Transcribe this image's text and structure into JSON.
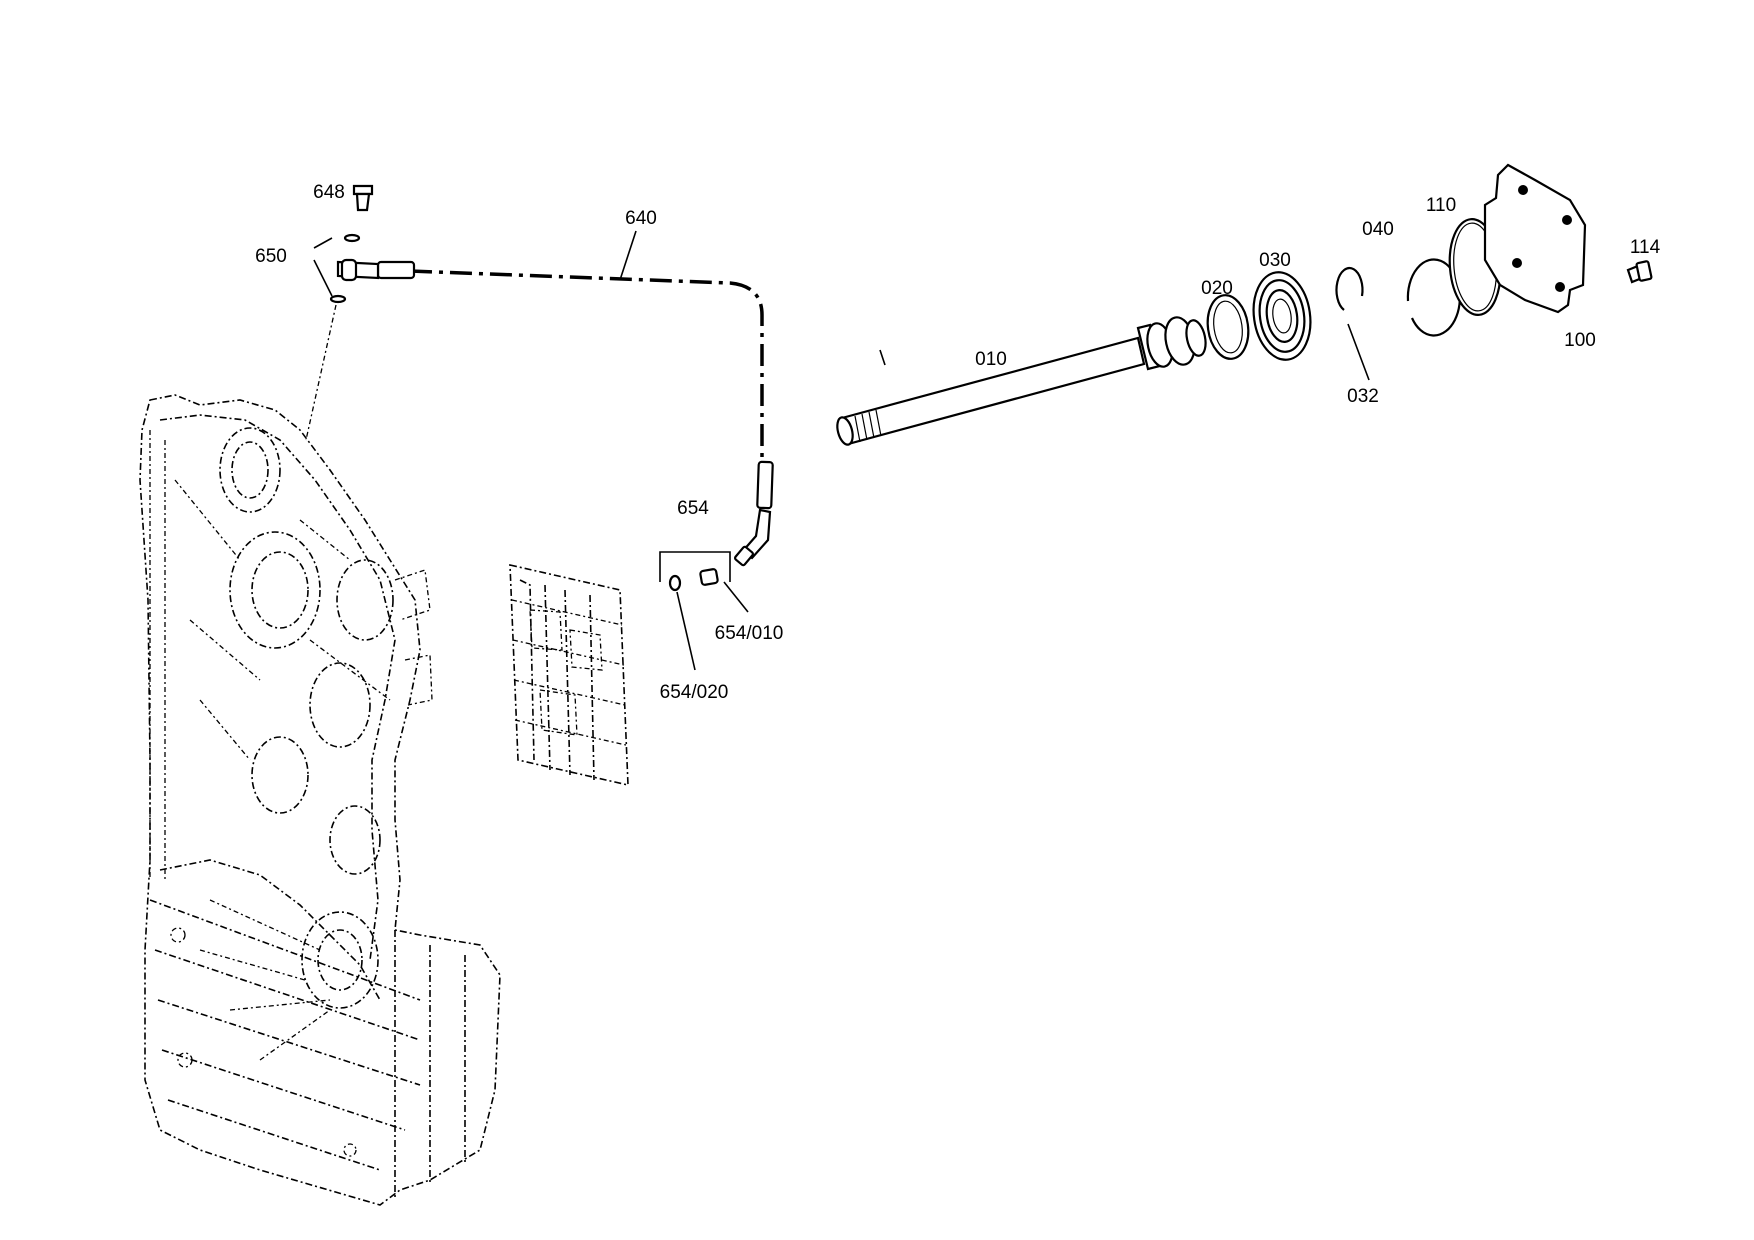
{
  "labels": {
    "p010": "010",
    "p020": "020",
    "p030": "030",
    "p032": "032",
    "p040": "040",
    "p100": "100",
    "p110": "110",
    "p114": "114",
    "p640": "640",
    "p648": "648",
    "p650": "650",
    "p654": "654",
    "p654_010": "654/010",
    "p654_020": "654/020"
  }
}
